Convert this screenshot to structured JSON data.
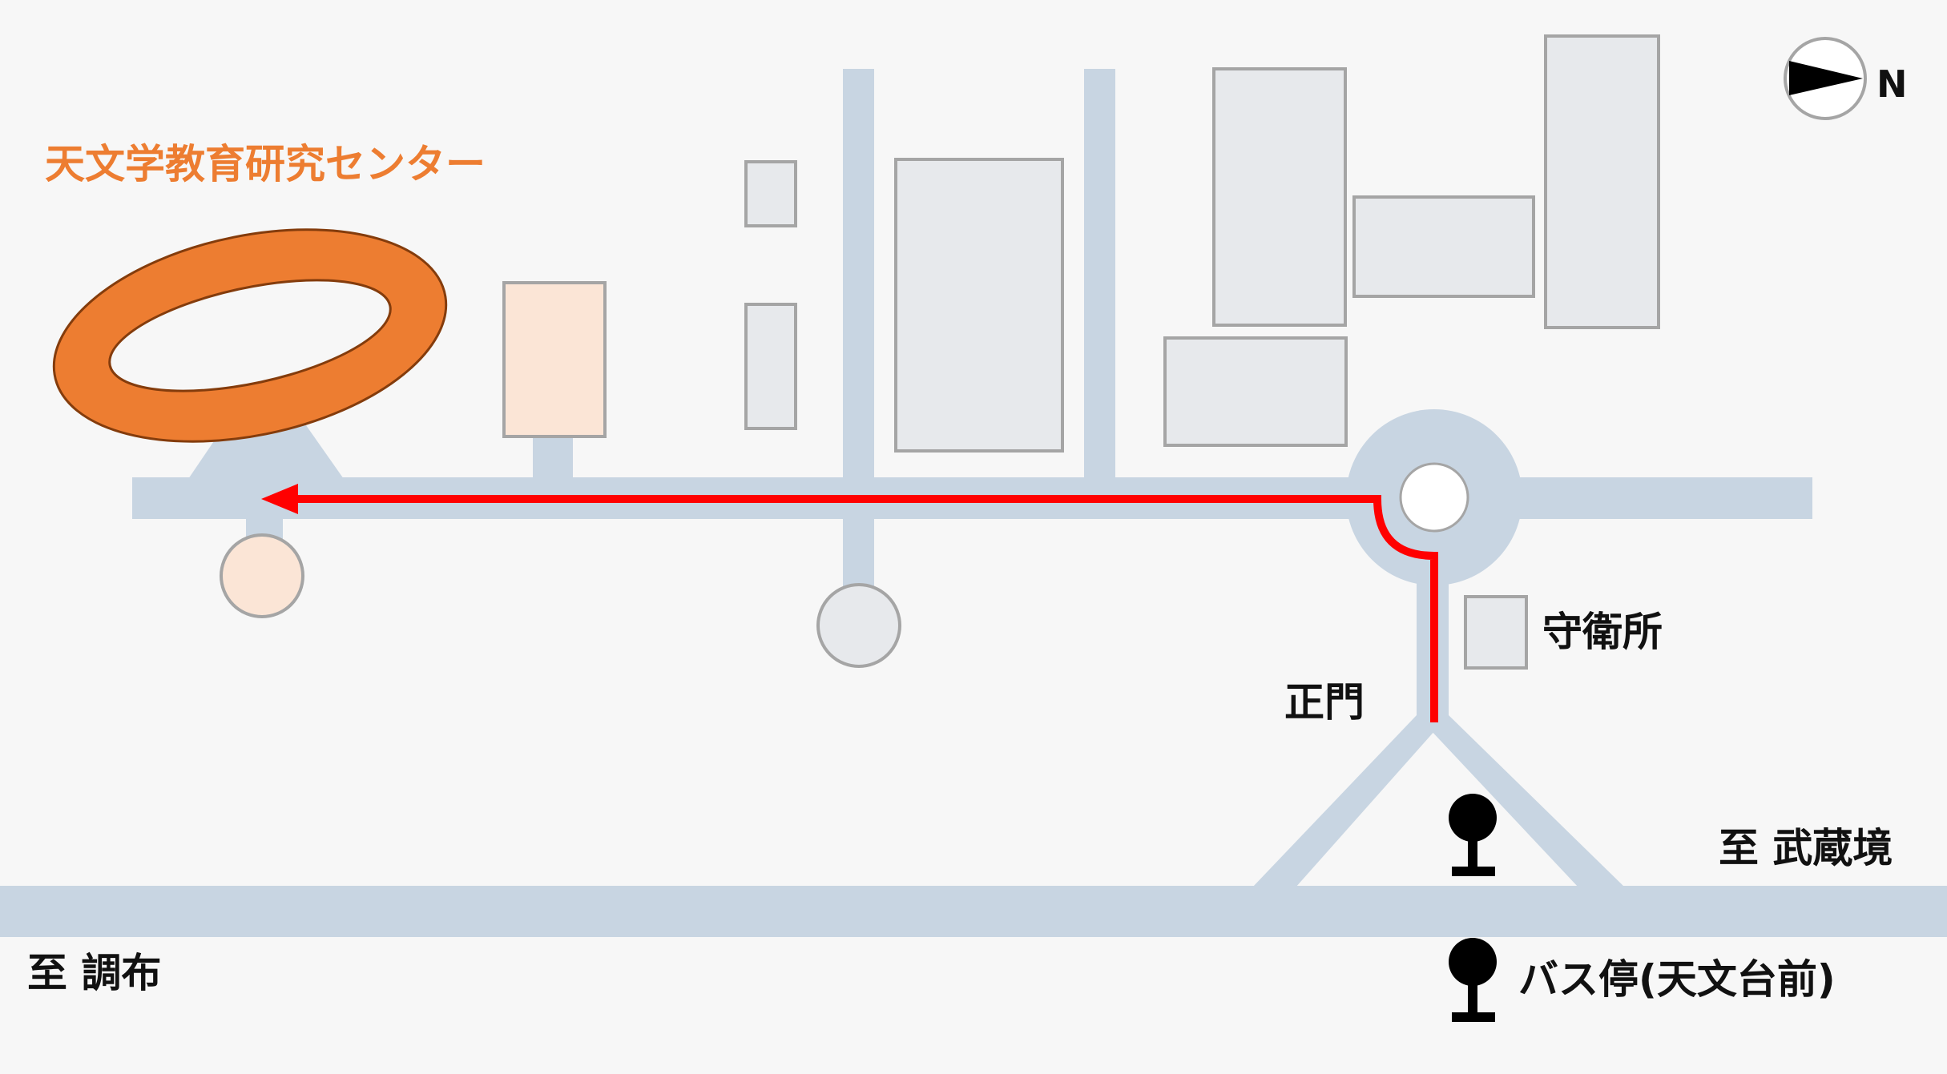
{
  "map": {
    "title": "天文学教育研究センター",
    "compass_label": "N",
    "labels": {
      "guardhouse": "守衛所",
      "main_gate": "正門",
      "to_musashisakai": "至 武蔵境",
      "to_chofu": "至 調布",
      "bus_stop": "バス停(天文台前)"
    },
    "route": {
      "description_from": "正門",
      "description_to": "天文学教育研究センター"
    }
  },
  "colors": {
    "background": "#f7f7f7",
    "road": "#c8d5e2",
    "building_fill": "#e7e9ec",
    "building_stroke": "#a5a5a5",
    "highlight_orange": "#ed7d31",
    "highlight_light": "#fbe5d6",
    "route_red": "#ff0000",
    "title_orange": "#ed7d31",
    "text": "#111111"
  }
}
